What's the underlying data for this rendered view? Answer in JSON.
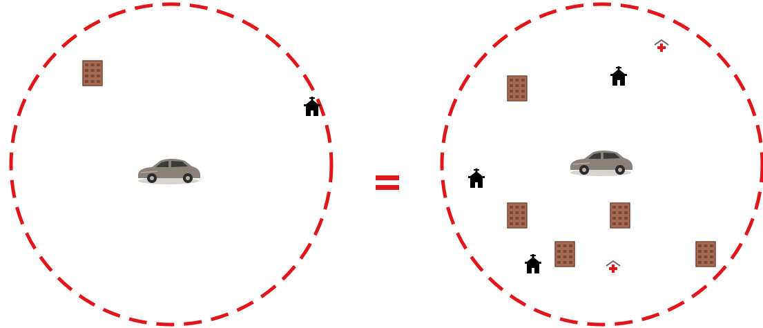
{
  "colors": {
    "circle_stroke": "#e0161b",
    "equals": "#e0161b",
    "building_brick": "#a56a52",
    "building_window": "#7a4636",
    "building_line": "#ffffff",
    "school": "#000000",
    "car_body": "#8a8178",
    "car_window": "#3a3a3a",
    "hospital": "#e0161b"
  },
  "left_scene": {
    "circle": "dashed-circle",
    "icons": [
      {
        "kind": "car-icon"
      },
      {
        "kind": "apartment-building-icon"
      },
      {
        "kind": "school-house-icon"
      }
    ]
  },
  "operator": {
    "symbol": "equals-sign"
  },
  "right_scene": {
    "circle": "dashed-circle",
    "icons": [
      {
        "kind": "car-icon"
      },
      {
        "kind": "apartment-building-icon"
      },
      {
        "kind": "apartment-building-icon"
      },
      {
        "kind": "apartment-building-icon"
      },
      {
        "kind": "apartment-building-icon"
      },
      {
        "kind": "apartment-building-icon"
      },
      {
        "kind": "school-house-icon"
      },
      {
        "kind": "school-house-icon"
      },
      {
        "kind": "school-house-icon"
      },
      {
        "kind": "hospital-icon"
      },
      {
        "kind": "hospital-icon"
      }
    ]
  }
}
